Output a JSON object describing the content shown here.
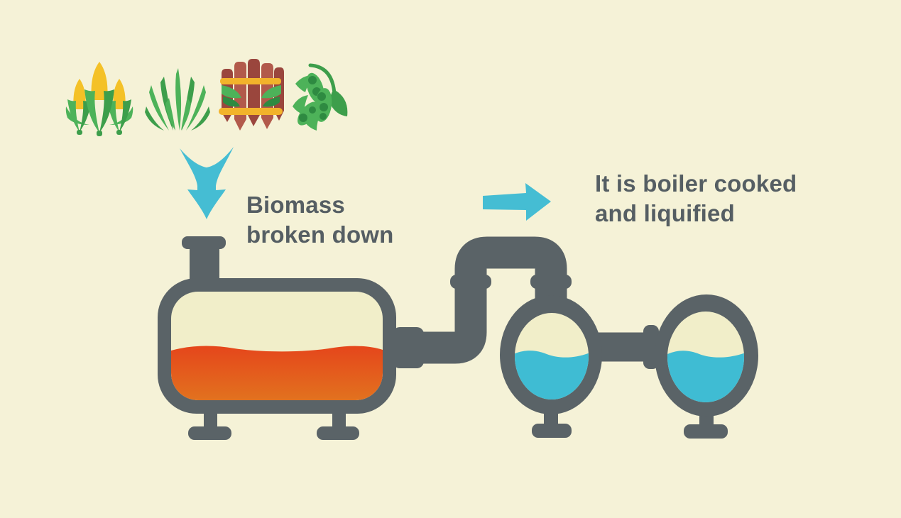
{
  "labels": {
    "biomass": {
      "line1": "Biomass",
      "line2": "broken down"
    },
    "boiler": {
      "line1": "It is boiler cooked",
      "line2": "and liquified"
    }
  },
  "feedstock_icons": [
    {
      "name": "corn-icon"
    },
    {
      "name": "grass-icon"
    },
    {
      "name": "sugarcane-icon"
    },
    {
      "name": "soybean-icon"
    }
  ],
  "arrows": [
    {
      "name": "funnel-down-arrow-icon"
    },
    {
      "name": "right-arrow-icon"
    }
  ],
  "equipment": [
    {
      "name": "biomass-tank",
      "liquid_color": "#e5461b",
      "fill_level_pct": 50
    },
    {
      "name": "boiler-vessel-1",
      "liquid_color": "#3fbcd3",
      "fill_level_pct": 53
    },
    {
      "name": "boiler-vessel-2",
      "liquid_color": "#3fbcd3",
      "fill_level_pct": 53
    }
  ],
  "colors": {
    "background": "#f5f2d7",
    "equipment_gray": "#5a6367",
    "vessel_interior": "#f1eec9",
    "liquid_orange_top": "#e5461b",
    "liquid_orange_bottom": "#e2721f",
    "liquid_cyan": "#3fbcd3",
    "arrow_cyan": "#45bdd3",
    "text": "#555e63",
    "corn_yellow": "#f4c127",
    "leaf_green_light": "#4db259",
    "leaf_green_dark": "#3d9e4b",
    "cane_brown_light": "#b25a4b",
    "cane_brown_dark": "#9a463d",
    "band_yellow": "#f2b32b"
  }
}
